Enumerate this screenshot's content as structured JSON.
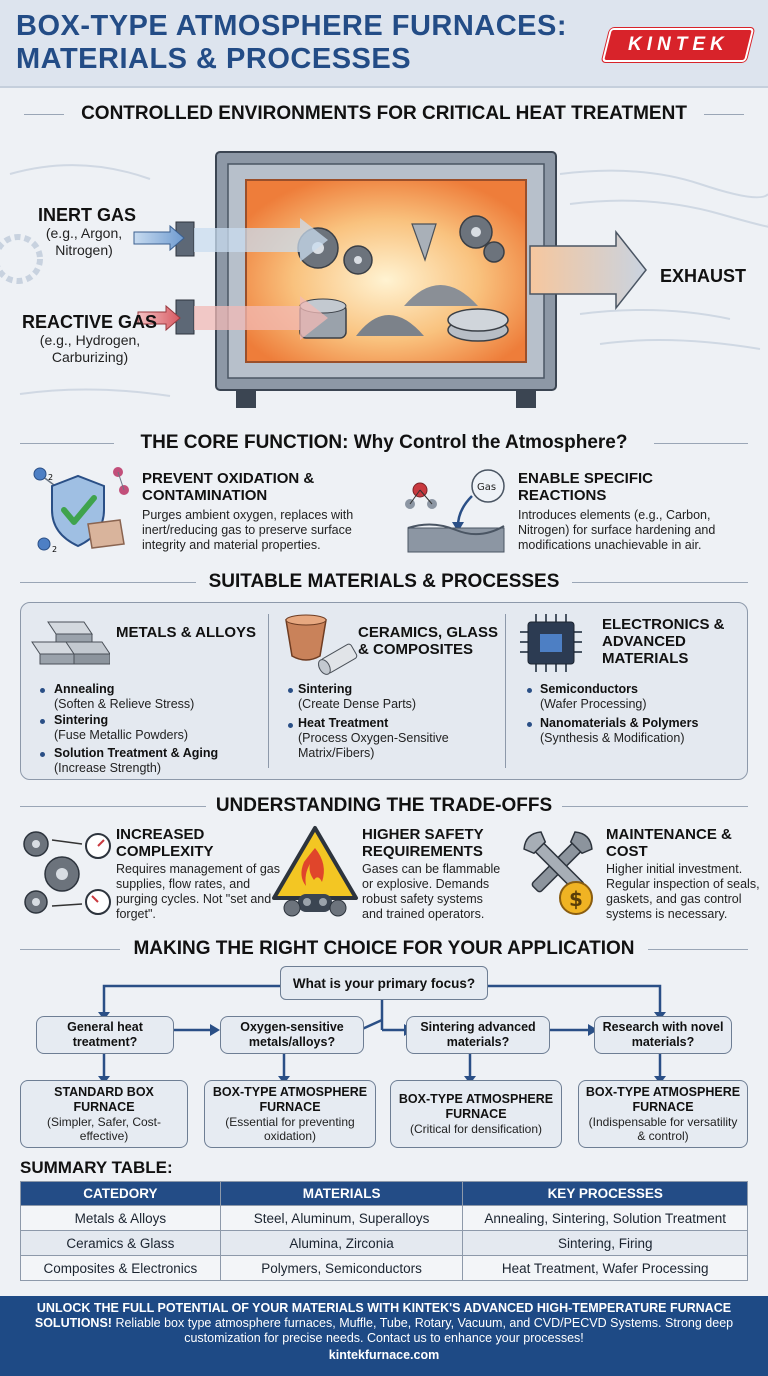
{
  "header": {
    "title": "BOX-TYPE ATMOSPHERE FURNACES: MATERIALS & PROCESSES",
    "logo": "KINTEK"
  },
  "hero": {
    "title": "CONTROLLED ENVIRONMENTS FOR CRITICAL HEAT TREATMENT",
    "inert_label": "INERT GAS",
    "inert_sub": "(e.g., Argon, Nitrogen)",
    "reactive_label": "REACTIVE GAS",
    "reactive_sub": "(e.g., Hydrogen, Carburizing)",
    "exhaust_label": "EXHAUST"
  },
  "core": {
    "title": "THE CORE FUNCTION: Why Control the Atmosphere?",
    "items": [
      {
        "title": "PREVENT OXIDATION & CONTAMINATION",
        "body": "Purges ambient oxygen, replaces with inert/reducing gas to preserve surface integrity and material properties."
      },
      {
        "title": "ENABLE SPECIFIC REACTIONS",
        "body": "Introduces elements (e.g., Carbon, Nitrogen) for surface hardening and modifications unachievable in air."
      }
    ],
    "gas_bubble": "Gas",
    "o2_label": "2"
  },
  "materials": {
    "title": "SUITABLE MATERIALS & PROCESSES",
    "columns": [
      {
        "title": "METALS & ALLOYS",
        "items": [
          {
            "t": "Annealing",
            "s": "(Soften & Relieve Stress)"
          },
          {
            "t": "Sintering",
            "s": "(Fuse Metallic Powders)"
          },
          {
            "t": "Solution Treatment & Aging",
            "s": "(Increase Strength)"
          }
        ]
      },
      {
        "title": "CERAMICS, GLASS & COMPOSITES",
        "items": [
          {
            "t": "Sintering",
            "s": "(Create Dense Parts)"
          },
          {
            "t": "Heat Treatment",
            "s": "(Process Oxygen-Sensitive Matrix/Fibers)"
          }
        ]
      },
      {
        "title": "ELECTRONICS & ADVANCED MATERIALS",
        "items": [
          {
            "t": "Semiconductors",
            "s": "(Wafer Processing)"
          },
          {
            "t": "Nanomaterials & Polymers",
            "s": "(Synthesis & Modification)"
          }
        ]
      }
    ]
  },
  "tradeoffs": {
    "title": "UNDERSTANDING THE TRADE-OFFS",
    "items": [
      {
        "title": "INCREASED COMPLEXITY",
        "body": "Requires management of gas supplies, flow rates, and purging cycles. Not \"set and forget\"."
      },
      {
        "title": "HIGHER SAFETY REQUIREMENTS",
        "body": "Gases can be flammable or explosive. Demands robust safety systems and trained operators."
      },
      {
        "title": "MAINTENANCE & COST",
        "body": "Higher initial investment. Regular inspection of seals, gaskets, and gas control systems is necessary."
      }
    ],
    "dollar": "$"
  },
  "choice": {
    "title": "MAKING THE RIGHT CHOICE FOR YOUR APPLICATION",
    "question": "What is your primary focus?",
    "options": [
      {
        "q": "General heat treatment?",
        "r_title": "STANDARD BOX FURNACE",
        "r_sub": "(Simpler, Safer, Cost-effective)"
      },
      {
        "q": "Oxygen-sensitive metals/alloys?",
        "r_title": "BOX-TYPE ATMOSPHERE FURNACE",
        "r_sub": "(Essential for preventing oxidation)"
      },
      {
        "q": "Sintering advanced materials?",
        "r_title": "BOX-TYPE ATMOSPHERE FURNACE",
        "r_sub": "(Critical for densification)"
      },
      {
        "q": "Research with novel materials?",
        "r_title": "BOX-TYPE ATMOSPHERE FURNACE",
        "r_sub": "(Indispensable for versatility & control)"
      }
    ]
  },
  "summary": {
    "title": "SUMMARY TABLE:",
    "headers": [
      "CATEDORY",
      "MATERIALS",
      "KEY PROCESSES"
    ],
    "rows": [
      [
        "Metals & Alloys",
        "Steel, Aluminum, Superalloys",
        "Annealing, Sintering, Solution Treatment"
      ],
      [
        "Ceramics & Glass",
        "Alumina, Zirconia",
        "Sintering, Firing"
      ],
      [
        "Composites & Electronics",
        "Polymers, Semiconductors",
        "Heat Treatment, Wafer Processing"
      ]
    ]
  },
  "footer": {
    "headline": "UNLOCK THE FULL POTENTIAL OF YOUR MATERIALS WITH KINTEK'S ADVANCED HIGH-TEMPERATURE FURNACE SOLUTIONS!",
    "body": "Reliable box type atmosphere furnaces, Muffle, Tube, Rotary, Vacuum, and CVD/PECVD Systems. Strong deep customization for precise needs. Contact us to enhance your processes!",
    "url": "kintekfurnace.com"
  },
  "colors": {
    "brand_blue": "#234c86",
    "logo_red": "#d8232a",
    "gas_blue": "#7fa8d6",
    "gas_red": "#e0747a",
    "hot_orange": "#f5a261"
  }
}
